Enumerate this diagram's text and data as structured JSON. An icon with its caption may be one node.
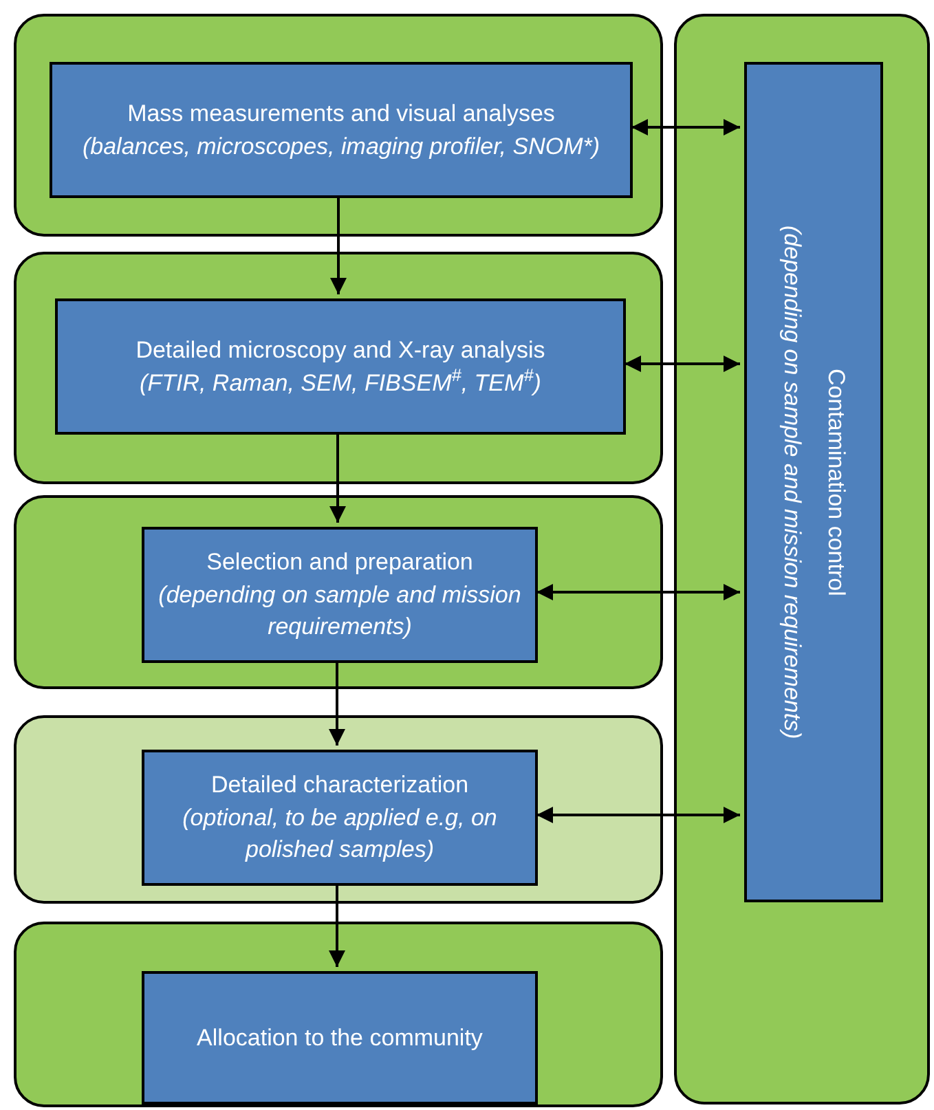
{
  "diagram": {
    "nodes": [
      {
        "text": [],
        "shape": "box"
      },
      {
        "text": [
          "Mass measurements and visual analyses",
          "(balances, microscopes, imaging profiler, SNOM*)"
        ],
        "in": 0
      },
      {
        "text": [],
        "shape": "box"
      },
      {
        "text": [
          "Detailed microscopy and X-ray analysis",
          "(FTIR, Raman, SEM, FIBSEM$^{#}$, TEM$^{#}$)"
        ],
        "in": 2
      },
      {
        "text": [],
        "shape": "box"
      },
      {
        "text": [
          "Selection and preparation",
          "(depending on sample and mission requirements)"
        ],
        "in": 4
      },
      {
        "text": [],
        "shape": "box"
      },
      {
        "text": [
          "Detailed characterization",
          "(optional, to be applied e.g, on polished samples)"
        ],
        "in": 6
      },
      {
        "text": [],
        "shape": "box"
      },
      {
        "text": [
          "Allocation to the community"
        ],
        "in": 8
      },
      {
        "text": [],
        "shape": "box"
      },
      {
        "text": [
          "Contamination control",
          "(depending on sample and mission requirements)"
        ],
        "in": 10
      }
    ],
    "edges": [
      {
        "from": 1,
        "to": 3,
        "arrow": "to"
      },
      {
        "from": 3,
        "to": 5,
        "arrow": "to"
      },
      {
        "from": 5,
        "to": 7,
        "arrow": "to"
      },
      {
        "from": 7,
        "to": 9,
        "arrow": "to"
      },
      {
        "from": 1,
        "to": 11,
        "arrow": "both"
      },
      {
        "from": 3,
        "to": 11,
        "arrow": "both"
      },
      {
        "from": 5,
        "to": 11,
        "arrow": "both"
      },
      {
        "from": 7,
        "to": 11,
        "arrow": "both"
      }
    ]
  }
}
